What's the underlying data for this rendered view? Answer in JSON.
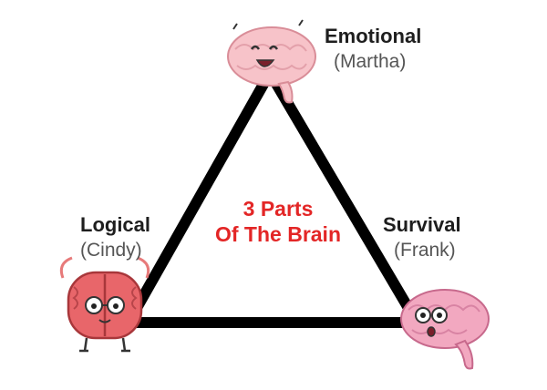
{
  "diagram": {
    "title_line1": "3 Parts",
    "title_line2": "Of The Brain",
    "title_color": "#e32626",
    "nodes": [
      {
        "name": "Emotional",
        "nickname": "(Martha)",
        "character": "happy-pink-brain-icon"
      },
      {
        "name": "Logical",
        "nickname": "(Cindy)",
        "character": "red-brain-with-glasses-icon"
      },
      {
        "name": "Survival",
        "nickname": "(Frank)",
        "character": "surprised-pink-brain-icon"
      }
    ],
    "edge_color": "#000000"
  }
}
